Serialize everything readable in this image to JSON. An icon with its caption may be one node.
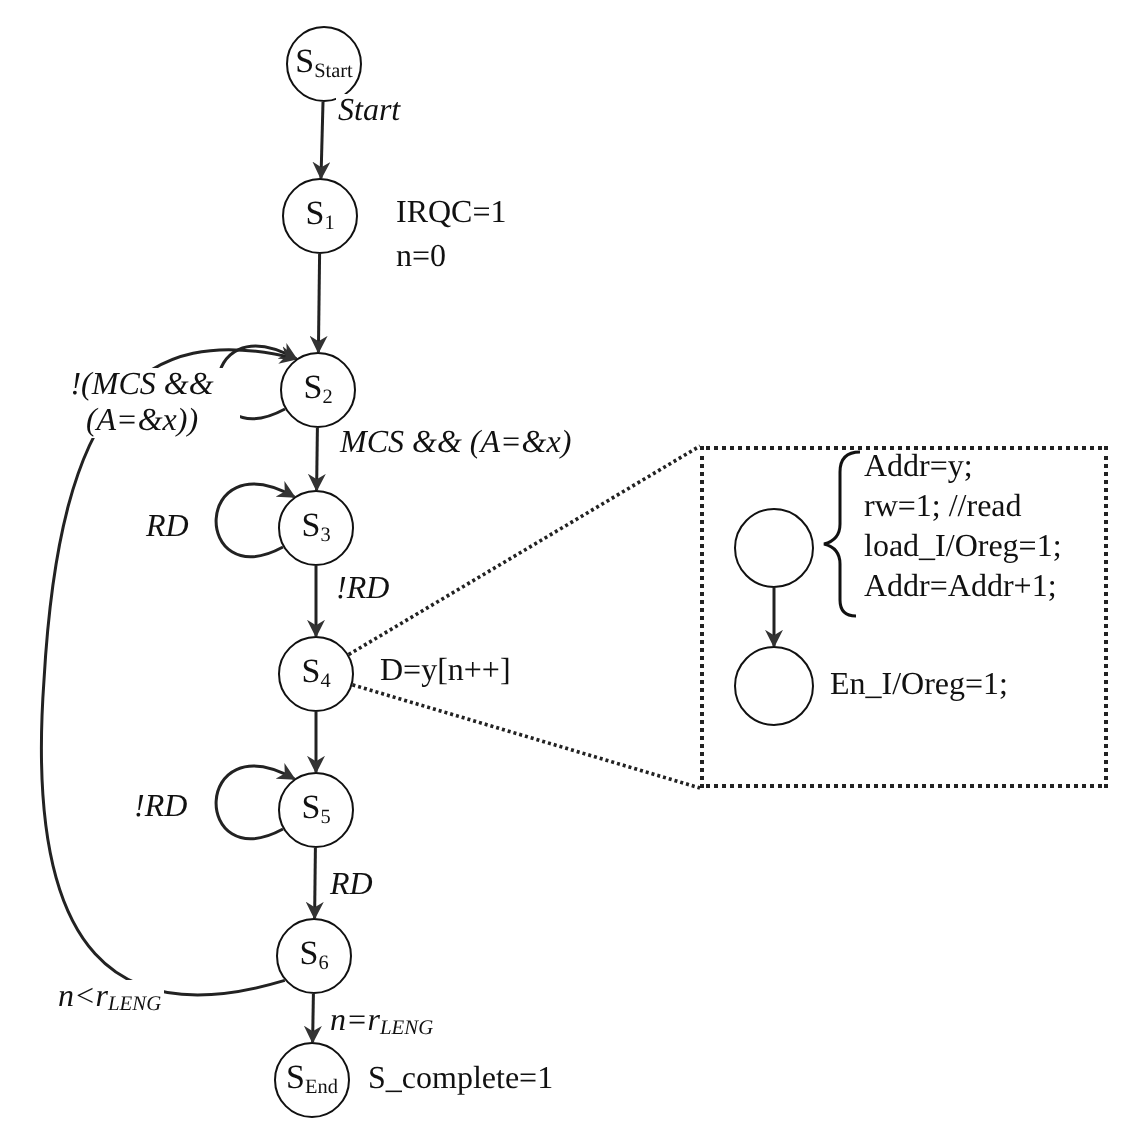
{
  "diagram": {
    "nodes": [
      {
        "text": [
          "S$_{Start}$"
        ]
      },
      {
        "text": [
          "S$_{1}$"
        ],
        "beside": [
          "IRQC=1",
          "n=0"
        ]
      },
      {
        "text": [
          "S$_{2}$"
        ]
      },
      {
        "text": [
          "S$_{3}$"
        ]
      },
      {
        "text": [
          "S$_{4}$"
        ],
        "beside": [
          "D=y[n++]"
        ]
      },
      {
        "text": [
          "S$_{5}$"
        ]
      },
      {
        "text": [
          "S$_{6}$"
        ]
      },
      {
        "text": [
          "S$_{End}$"
        ],
        "beside": [
          "S_complete=1"
        ]
      },
      {
        "text": [],
        "shape": "box"
      },
      {
        "text": [],
        "shape": "circle",
        "in": 8,
        "beside": [
          "Addr=y;",
          "rw=1; //read",
          "load_I/Oreg=1;",
          "Addr=Addr+1;"
        ]
      },
      {
        "text": [],
        "shape": "circle",
        "in": 8,
        "beside": [
          "En_I/Oreg=1;"
        ]
      }
    ],
    "edges": [
      {
        "from": 0,
        "to": 1,
        "arrow": "to",
        "label": "Start"
      },
      {
        "from": 1,
        "to": 2,
        "arrow": "to"
      },
      {
        "from": 2,
        "to": 2,
        "arrow": "to",
        "label": "!(MCS && (A=&x))"
      },
      {
        "from": 2,
        "to": 3,
        "arrow": "to",
        "label": "MCS && (A=&x)"
      },
      {
        "from": 3,
        "to": 3,
        "arrow": "to",
        "label": "RD"
      },
      {
        "from": 3,
        "to": 4,
        "arrow": "to",
        "label": "!RD"
      },
      {
        "from": 4,
        "to": 5,
        "arrow": "to"
      },
      {
        "from": 5,
        "to": 5,
        "arrow": "to",
        "label": "!RD"
      },
      {
        "from": 5,
        "to": 6,
        "arrow": "to",
        "label": "RD"
      },
      {
        "from": 6,
        "to": 2,
        "arrow": "to",
        "label": "n<r$_{LENG}$"
      },
      {
        "from": 6,
        "to": 7,
        "arrow": "to",
        "label": "n=r$_{LENG}$"
      },
      {
        "from": 4,
        "to": 8,
        "arrow": "none",
        "style": "dashed"
      },
      {
        "from": 4,
        "to": 8,
        "arrow": "none",
        "style": "dashed"
      },
      {
        "from": 9,
        "to": 10,
        "arrow": "to"
      }
    ]
  }
}
